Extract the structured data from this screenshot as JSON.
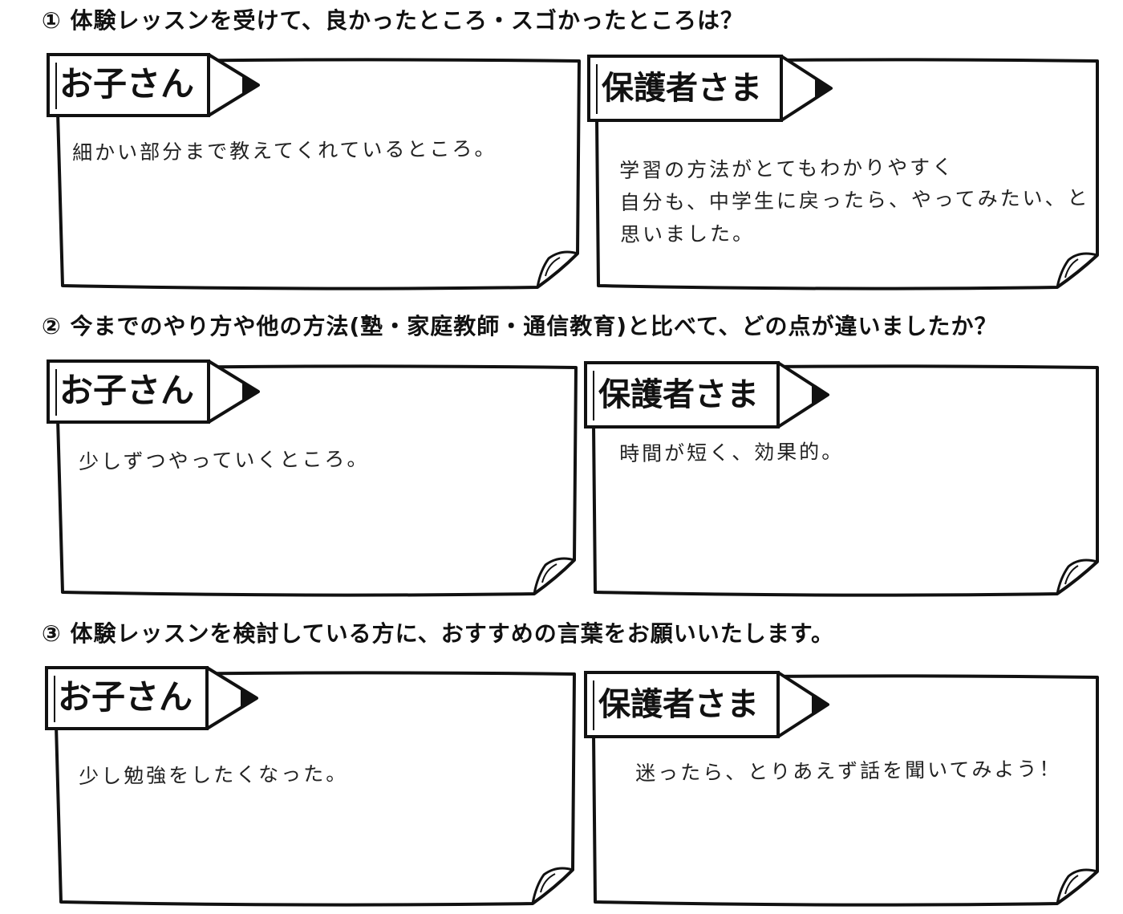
{
  "questions": {
    "q1": "① 体験レッスンを受けて、良かったところ・スゴかったところは？",
    "q2": "② 今までのやり方や他の方法(塾・家庭教師・通信教育)と比べて、どの点が違いましたか？",
    "q3": "③ 体験レッスンを検討している方に、おすすめの言葉をお願いいたします。"
  },
  "labels": {
    "child": "お子さん",
    "parent": "保護者さま"
  },
  "answers": {
    "q1_child": [
      "細かい部分まで教えてくれているところ。"
    ],
    "q1_parent": [
      "学習の方法がとてもわかりやすく",
      "自分も、中学生に戻ったら、やってみたい、と",
      "思いました。"
    ],
    "q2_child": [
      "少しずつやっていくところ。"
    ],
    "q2_parent": [
      "時間が短く、効果的。"
    ],
    "q3_child": [
      "少し勉強をしたくなった。"
    ],
    "q3_parent": [
      "迷ったら、とりあえず話を聞いてみよう！"
    ]
  }
}
